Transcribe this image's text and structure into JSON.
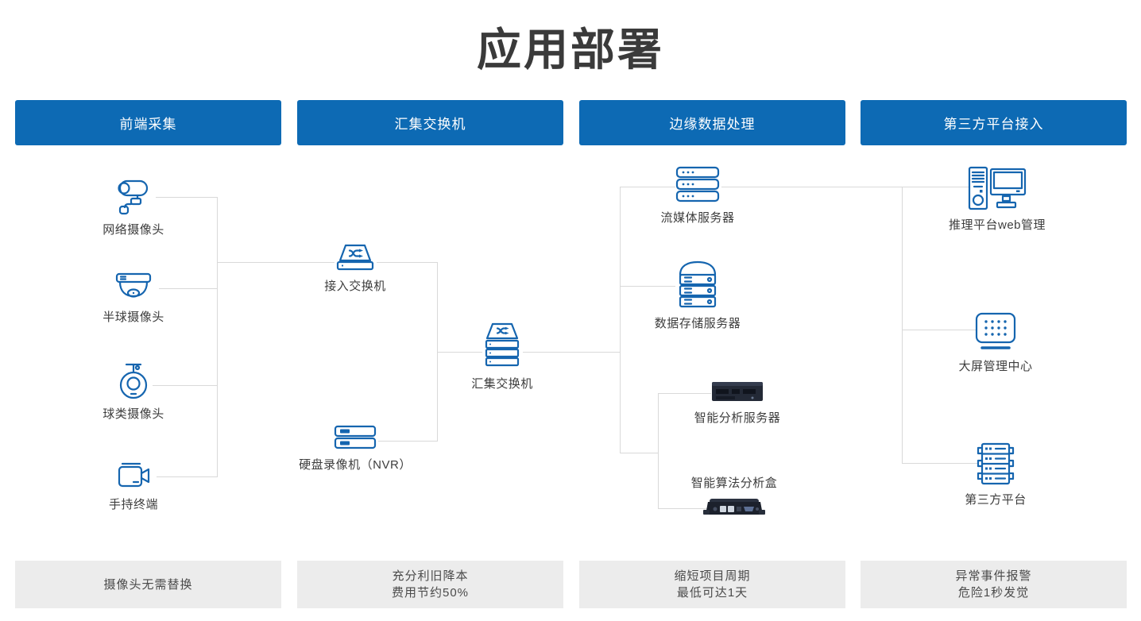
{
  "title": "应用部署",
  "colors": {
    "accent_blue": "#0d6ab4",
    "icon_blue": "#1565af",
    "connector_gray": "#d9d9d9",
    "footer_bg": "#ececec",
    "title_gray": "#3a3a3a"
  },
  "stage_headers": [
    {
      "label": "前端采集"
    },
    {
      "label": "汇集交换机"
    },
    {
      "label": "边缘数据处理"
    },
    {
      "label": "第三方平台接入"
    }
  ],
  "nodes": {
    "network_camera": {
      "label": "网络摄像头"
    },
    "dome_camera": {
      "label": "半球摄像头"
    },
    "ball_camera": {
      "label": "球类摄像头"
    },
    "handheld_terminal": {
      "label": "手持终端"
    },
    "access_switch": {
      "label": "接入交换机"
    },
    "nvr": {
      "label": "硬盘录像机（NVR）"
    },
    "aggregation_switch": {
      "label": "汇集交换机"
    },
    "streaming_server": {
      "label": "流媒体服务器"
    },
    "storage_server": {
      "label": "数据存储服务器"
    },
    "analysis_server": {
      "label": "智能分析服务器"
    },
    "analysis_box": {
      "label": "智能算法分析盒"
    },
    "inference_platform": {
      "label": "推理平台web管理"
    },
    "screen_center": {
      "label": "大屏管理中心"
    },
    "third_party": {
      "label": "第三方平台"
    }
  },
  "footers": [
    {
      "line1": "摄像头无需替换",
      "line2": ""
    },
    {
      "line1": "充分利旧降本",
      "line2": "费用节约50%"
    },
    {
      "line1": "缩短项目周期",
      "line2": "最低可达1天"
    },
    {
      "line1": "异常事件报警",
      "line2": "危险1秒发觉"
    }
  ]
}
